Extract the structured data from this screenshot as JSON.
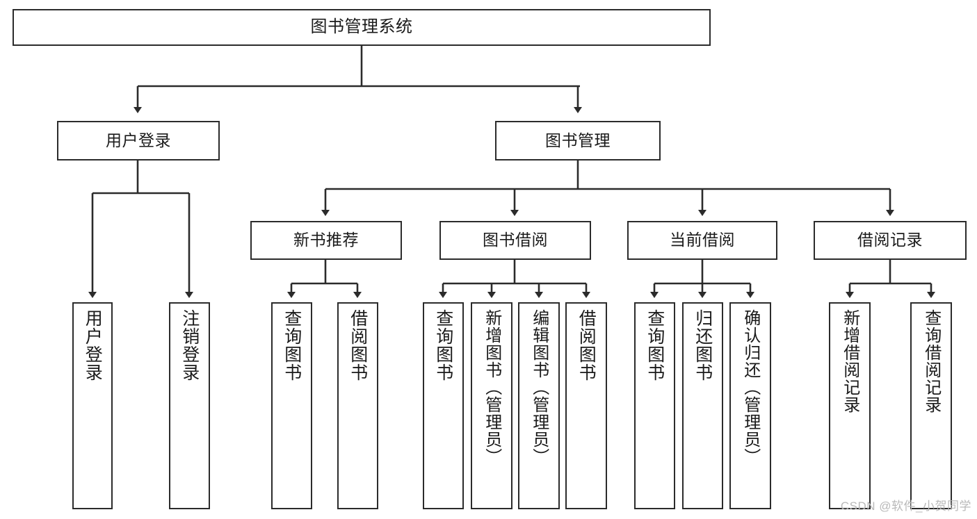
{
  "diagram": {
    "title": "图书管理系统",
    "watermark": "CSDN @软件_小贺同学",
    "colors": {
      "stroke": "#2b2b2b",
      "fill": "#ffffff",
      "text": "#1a1a1a",
      "watermark": "#b9b9b9"
    },
    "nodes": {
      "root": "图书管理系统",
      "level2": [
        "用户登录",
        "图书管理"
      ],
      "level3": [
        "新书推荐",
        "图书借阅",
        "当前借阅",
        "借阅记录"
      ],
      "leaves": {
        "user_login": [
          "用户登录",
          "注销登录"
        ],
        "new_book": [
          "查询图书",
          "借阅图书"
        ],
        "book_borrow": [
          "查询图书",
          "新增图书（管理员）",
          "编辑图书（管理员）",
          "借阅图书"
        ],
        "current_borrow": [
          "查询图书",
          "归还图书",
          "确认归还（管理员）"
        ],
        "borrow_record": [
          "新增借阅记录",
          "查询借阅记录"
        ]
      }
    }
  }
}
